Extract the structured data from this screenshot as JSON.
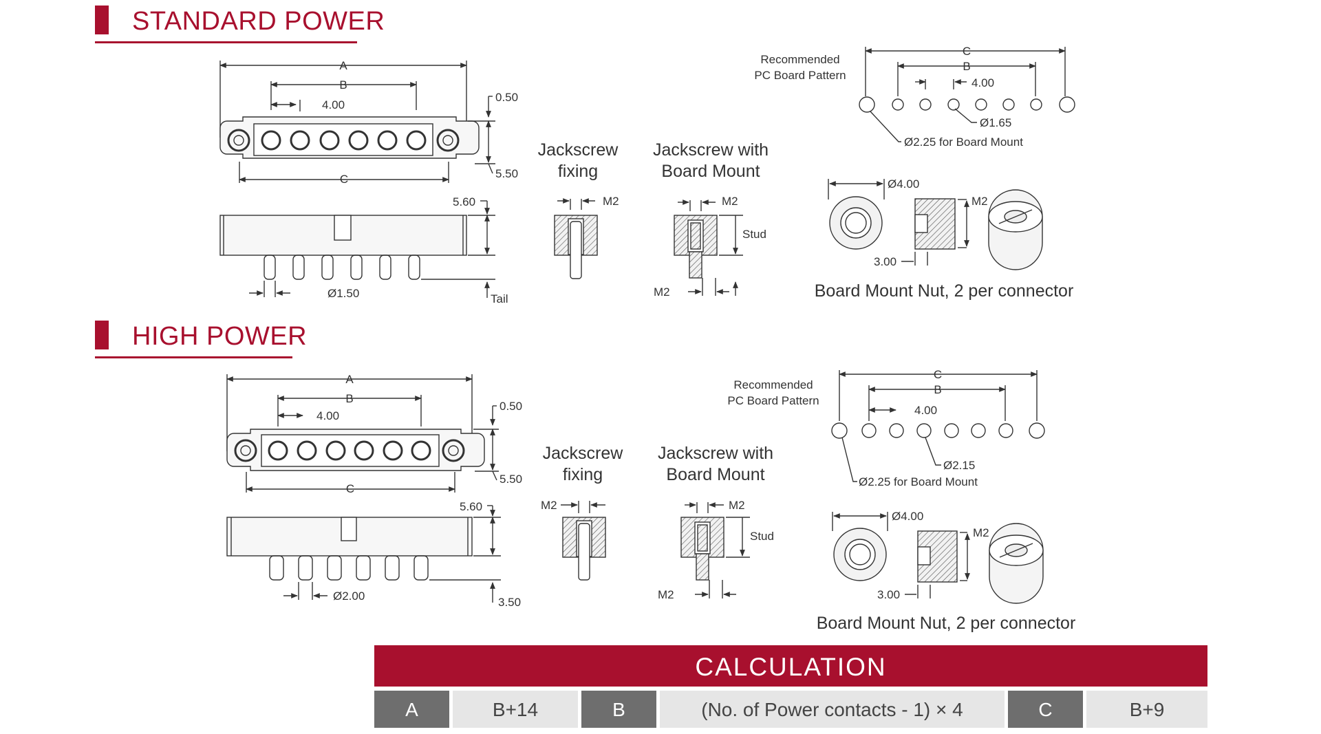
{
  "sections": {
    "standard": {
      "title": "STANDARD POWER"
    },
    "high": {
      "title": "HIGH POWER"
    }
  },
  "standard": {
    "dim_a": "A",
    "dim_b": "B",
    "dim_c": "C",
    "pitch": "4.00",
    "d050": "0.50",
    "d550": "5.50",
    "d560": "5.60",
    "pin_dia": "Ø1.50",
    "tail": "Tail",
    "jack_title_1": "Jackscrew",
    "jack_title_2": "fixing",
    "jackbm_title_1": "Jackscrew with",
    "jackbm_title_2": "Board Mount",
    "m2": "M2",
    "stud": "Stud",
    "pcb_title_1": "Recommended",
    "pcb_title_2": "PC Board Pattern",
    "pcb_c": "C",
    "pcb_b": "B",
    "pcb_pitch": "4.00",
    "pcb_hole": "Ø1.65",
    "pcb_mount": "Ø2.25 for Board Mount",
    "nut_dia": "Ø4.00",
    "nut_m2": "M2",
    "nut_w": "3.00",
    "nut_caption": "Board Mount Nut, 2 per connector"
  },
  "high": {
    "dim_a": "A",
    "dim_b": "B",
    "dim_c": "C",
    "pitch": "4.00",
    "d050": "0.50",
    "d550": "5.50",
    "d560": "5.60",
    "pin_dia": "Ø2.00",
    "tail": "3.50",
    "jack_title_1": "Jackscrew",
    "jack_title_2": "fixing",
    "jackbm_title_1": "Jackscrew with",
    "jackbm_title_2": "Board Mount",
    "m2": "M2",
    "stud": "Stud",
    "pcb_title_1": "Recommended",
    "pcb_title_2": "PC Board Pattern",
    "pcb_c": "C",
    "pcb_b": "B",
    "pcb_pitch": "4.00",
    "pcb_hole": "Ø2.15",
    "pcb_mount": "Ø2.25 for Board Mount",
    "nut_dia": "Ø4.00",
    "nut_m2": "M2",
    "nut_w": "3.00",
    "nut_caption": "Board Mount Nut, 2 per connector"
  },
  "calculation": {
    "title": "CALCULATION",
    "a_key": "A",
    "a_val": "B+14",
    "b_key": "B",
    "b_val": "(No. of Power contacts - 1) × 4",
    "c_key": "C",
    "c_val": "B+9"
  },
  "colors": {
    "accent": "#a8102e",
    "key_cell": "#6e6e6e",
    "value_cell": "#e6e6e6"
  }
}
